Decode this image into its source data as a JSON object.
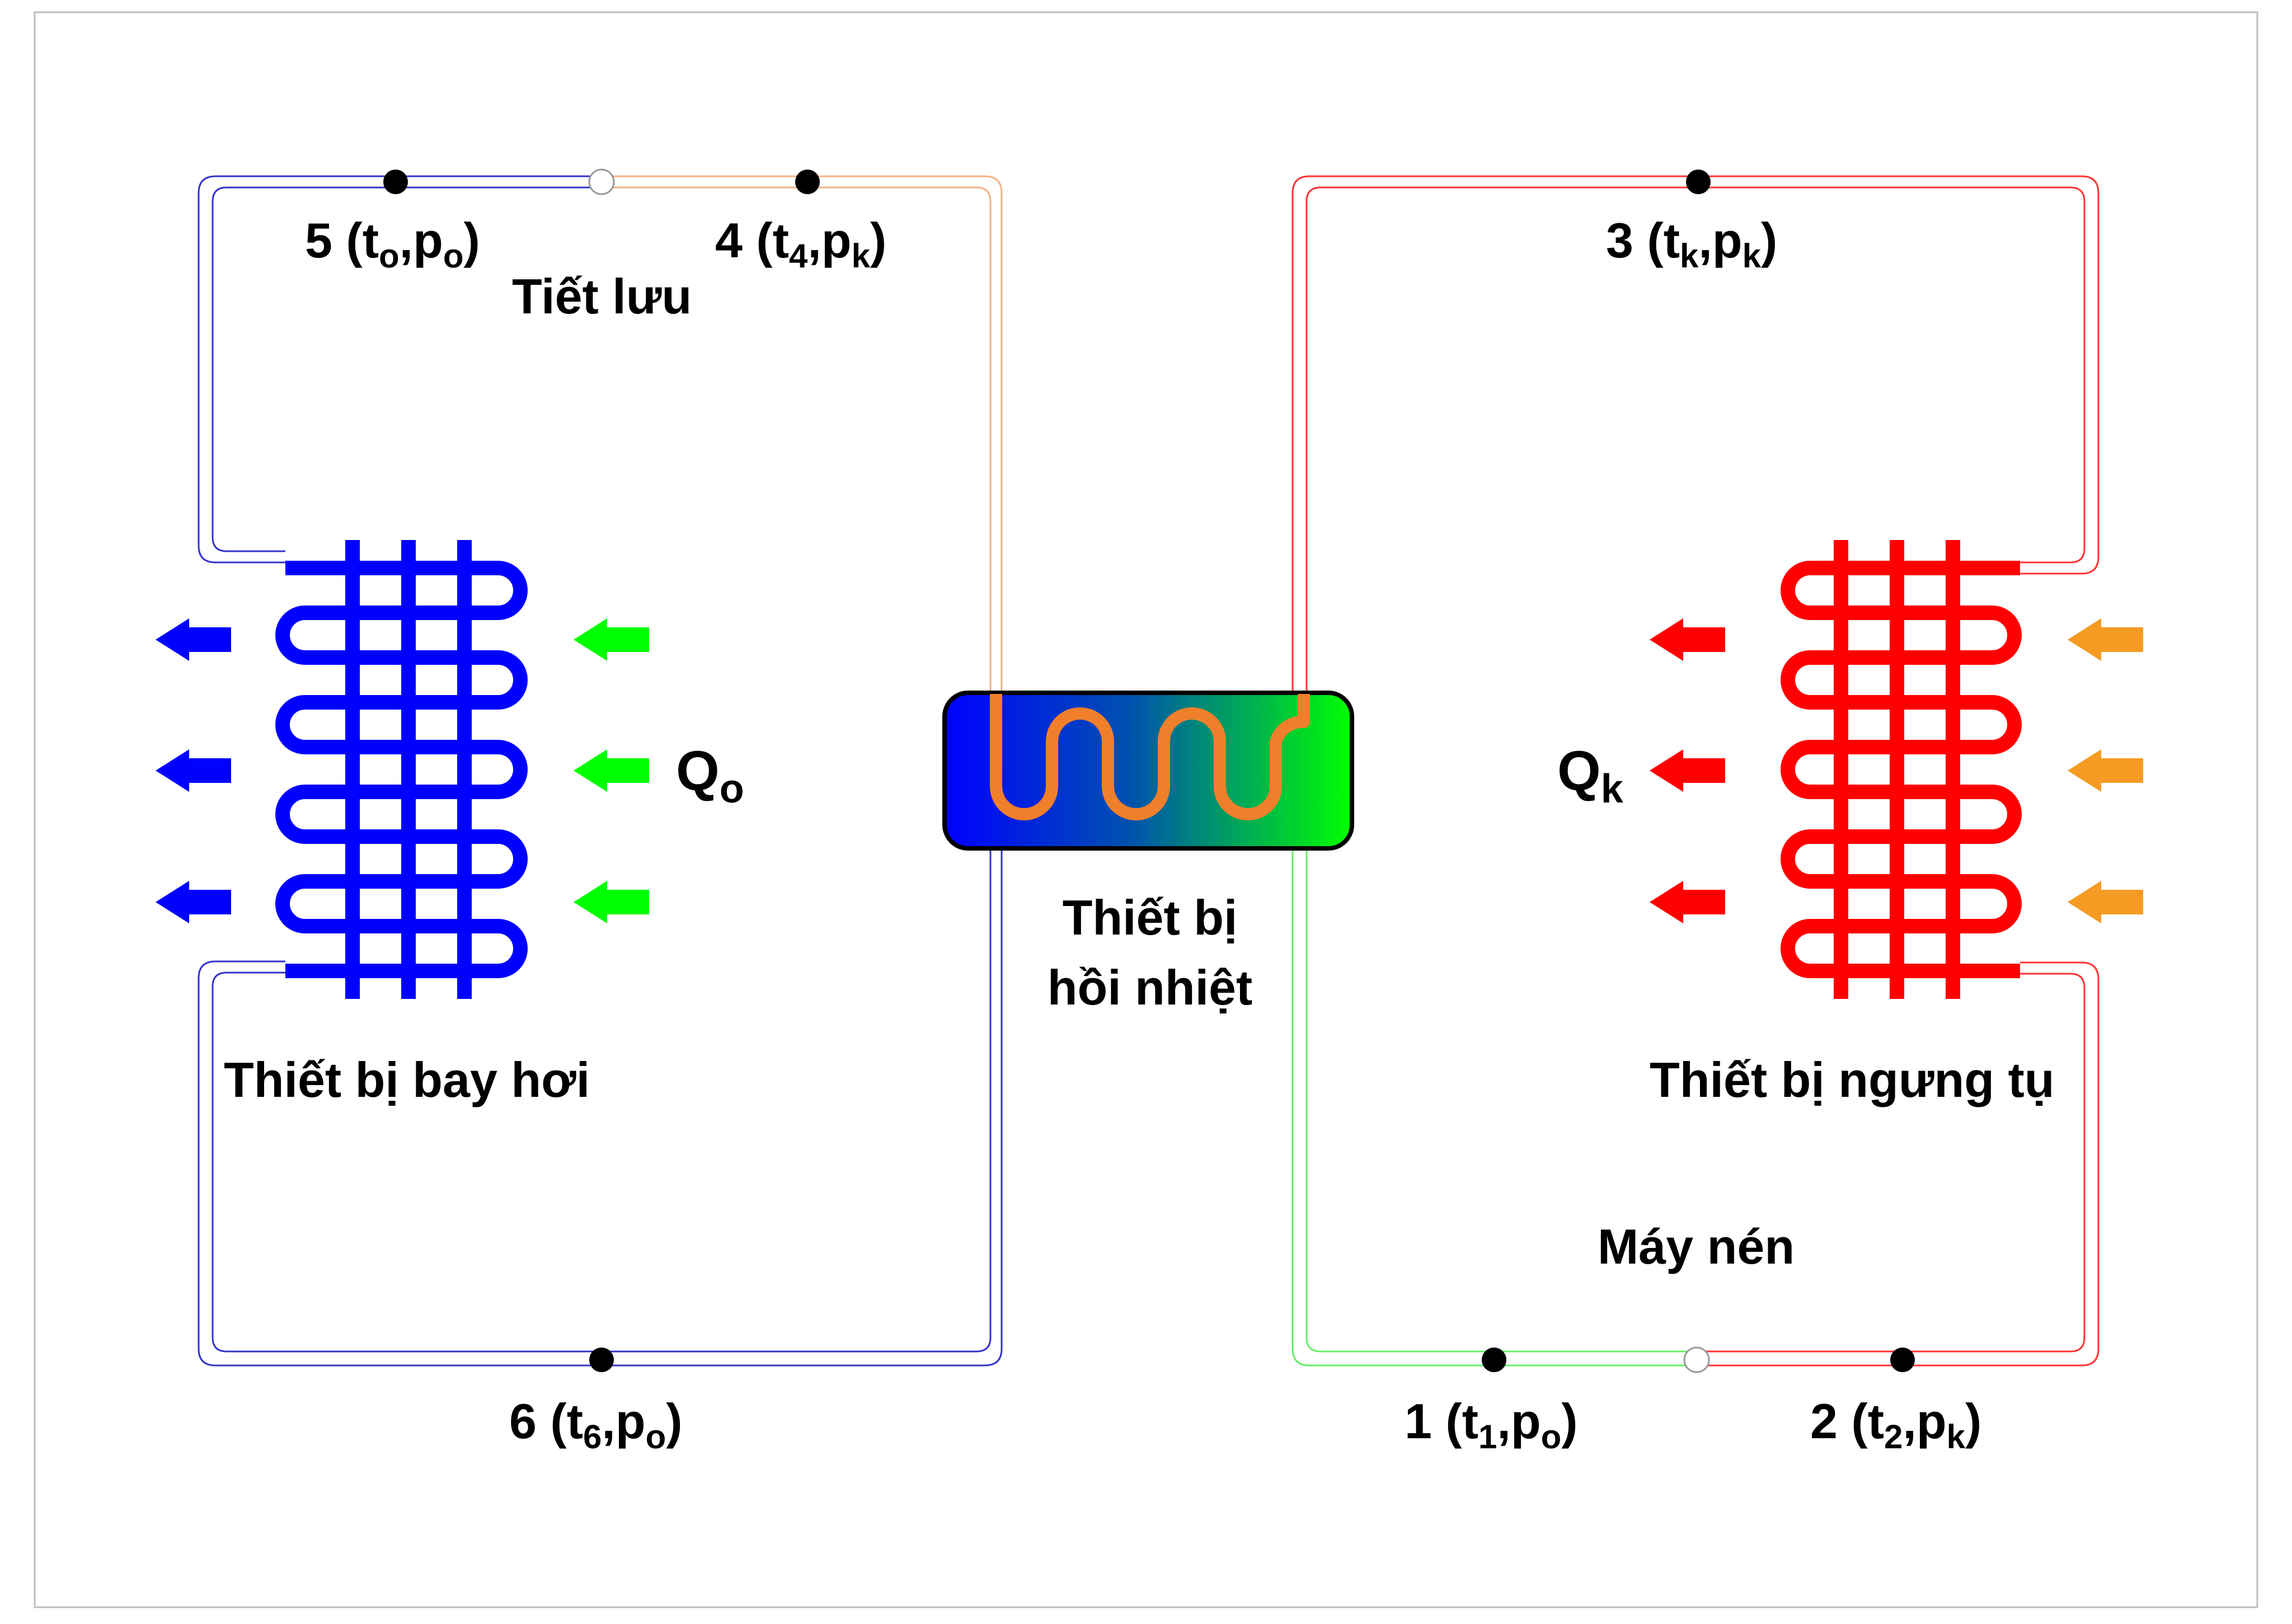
{
  "colors": {
    "evaporator": "#0000ff",
    "condenser": "#ff0000",
    "pipe_low_pressure": "#3333cc",
    "pipe_discharge": "#ff3333",
    "pipe_expansion": "#f4b183",
    "pipe_suction": "#66ee66",
    "arrow_heat_in": "#00ff00",
    "arrow_heat_out_cold": "#0000ff",
    "arrow_heat_out_hot": "#ff0000",
    "arrow_ambient": "#f59b23",
    "hx_gradient_start": "#0000ff",
    "hx_gradient_end": "#00ff00",
    "hx_coil": "#f07f2c",
    "hx_coil_end": "#e8202a"
  },
  "labels": {
    "throttle": "Tiết lưu",
    "evaporator": "Thiết bị bay hơi",
    "condenser": "Thiết bị ngưng tụ",
    "compressor": "Máy nén",
    "recuperator_line1": "Thiết bị",
    "recuperator_line2": "hồi nhiệt"
  },
  "heat": {
    "qo_main": "Q",
    "qo_sub": "o",
    "qk_main": "Q",
    "qk_sub": "k"
  },
  "points": {
    "p1": {
      "num": "1 (t",
      "t_sub": "1",
      "sep": ",p",
      "p_sub": "o",
      "end": ")"
    },
    "p2": {
      "num": "2 (t",
      "t_sub": "2",
      "sep": ",p",
      "p_sub": "k",
      "end": ")"
    },
    "p3": {
      "num": "3 (t",
      "t_sub": "k",
      "sep": ",p",
      "p_sub": "k",
      "end": ")"
    },
    "p4": {
      "num": "4 (t",
      "t_sub": "4",
      "sep": ",p",
      "p_sub": "k",
      "end": ")"
    },
    "p5": {
      "num": "5 (t",
      "t_sub": "o",
      "sep": ",p",
      "p_sub": "o",
      "end": ")"
    },
    "p6": {
      "num": "6 (t",
      "t_sub": "6",
      "sep": ",p",
      "p_sub": "o",
      "end": ")"
    }
  }
}
